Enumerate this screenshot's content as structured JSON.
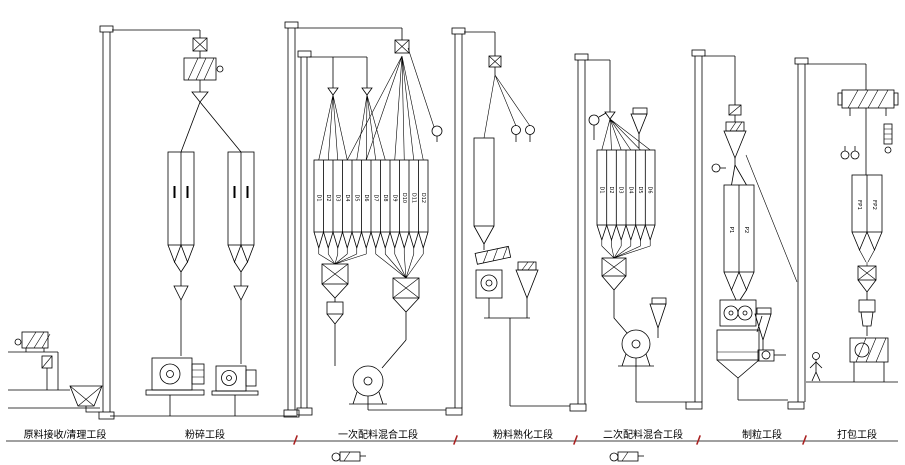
{
  "sections": [
    {
      "label": "原料接收/清理工段"
    },
    {
      "label": "粉碎工段"
    },
    {
      "label": "一次配料混合工段"
    },
    {
      "label": "粉料熟化工段"
    },
    {
      "label": "二次配料混合工段"
    },
    {
      "label": "制粒工段"
    },
    {
      "label": "打包工段"
    }
  ],
  "bins": {
    "batching1": [
      "D1",
      "D2",
      "D3",
      "D4",
      "D5",
      "D6",
      "D7",
      "D8",
      "D9",
      "D10",
      "D11",
      "D12"
    ],
    "batching2": [
      "D1",
      "D2",
      "D3",
      "D4",
      "D5",
      "D6"
    ],
    "pelleting": [
      "P1",
      "P2"
    ],
    "packing": [
      "FP1",
      "FP2"
    ]
  },
  "colors": {
    "line": "#000000",
    "divider_mark": "#aa2222",
    "background": "#ffffff"
  }
}
